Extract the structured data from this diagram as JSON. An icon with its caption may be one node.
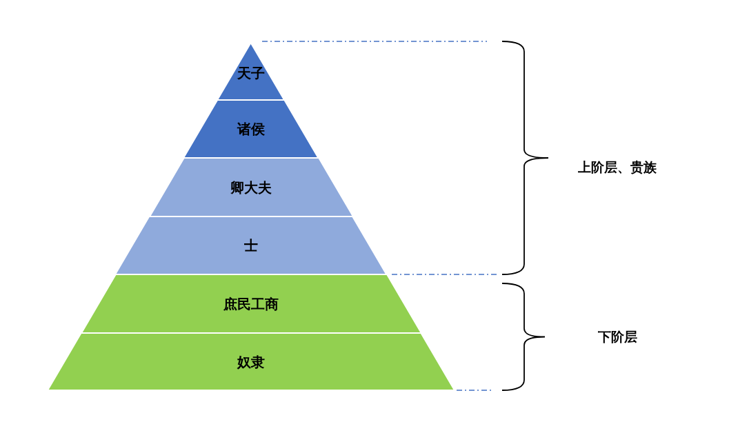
{
  "diagram": {
    "nodes": [
      {
        "text": [
          "天子"
        ]
      },
      {
        "text": [
          "诸侯"
        ]
      },
      {
        "text": [
          "卿大夫"
        ]
      },
      {
        "text": [
          "士"
        ]
      },
      {
        "text": [
          "庶民工商"
        ]
      },
      {
        "text": [
          "奴隶"
        ]
      }
    ],
    "labels": [
      "上阶层、贵族",
      "下阶层"
    ]
  }
}
